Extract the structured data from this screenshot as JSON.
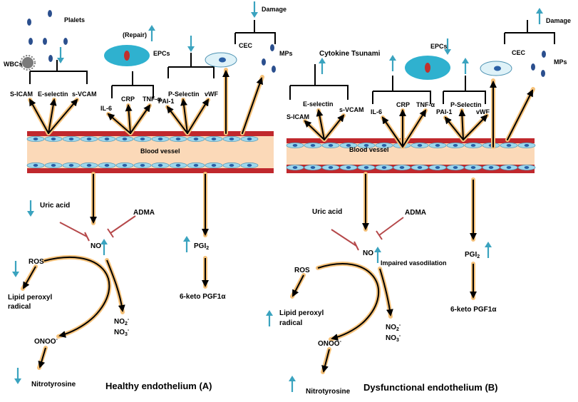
{
  "colors": {
    "vessel_wall": "#c0282d",
    "vessel_lumen": "#fbd9b8",
    "endothelial_cell": "#9ed8ec",
    "endothelial_nucleus": "#2a5fa5",
    "arrow_glow": "#f6c27a",
    "indicator_arrow": "#3aa3bf",
    "inhibitor": "#b5484a",
    "epc_body": "#2fb1cf",
    "epc_nucleus": "#c0302d",
    "platelet": "#2b4f8e",
    "wbc": "#7a7a7a"
  },
  "icons": {
    "indicator_up": "arrow-up-icon",
    "indicator_down": "arrow-down-icon",
    "inhibitor": "inhibition-bar-icon",
    "vessel": "blood-vessel-icon"
  },
  "panel_a": {
    "caption": "Healthy endothelium (A)",
    "vessel_label": "Blood vessel",
    "top": {
      "platelets": "Plalets",
      "wbcs": "WBCs",
      "s_icam": "S-ICAM",
      "e_selectin": "E-selectin",
      "s_vcam": "s-VCAM",
      "repair": "(Repair)",
      "epcs": "EPCs",
      "il6": "IL-6",
      "crp": "CRP",
      "tnf": "TNF-α",
      "pai1": "PAI-1",
      "p_selectin": "P-Selectin",
      "vwf": "vWF",
      "cec": "CEC",
      "mps": "MPs",
      "damage": "Damage"
    },
    "bottom": {
      "uric_acid": "Uric acid",
      "adma": "ADMA",
      "no": "NO",
      "ros": "ROS",
      "lipid_line1": "Lipid peroxyl",
      "lipid_line2": "radical",
      "onoo": "ONOO",
      "onoo_charge": "-",
      "no2": "NO",
      "no2_sub": "2",
      "no2_charge": "-",
      "no3": "NO",
      "no3_sub": "3",
      "no3_charge": "-",
      "pgi": "PGI",
      "pgi_sub": "2",
      "keto": "6-keto PGF1α",
      "nitrotyrosine": "Nitrotyrosine"
    }
  },
  "panel_b": {
    "caption": "Dysfunctional endothelium (B)",
    "vessel_label": "Blood vessel",
    "top": {
      "cytokine": "Cytokine Tsunami",
      "s_icam": "S-ICAM",
      "e_selectin": "E-selectin",
      "s_vcam": "s-VCAM",
      "epcs": "EPCs",
      "il6": "IL-6",
      "crp": "CRP",
      "tnf": "TNF-α",
      "pai1": "PAI-1",
      "p_selectin": "P-Selectin",
      "vwf": "vWF",
      "cec": "CEC",
      "mps": "MPs",
      "damage": "Damage"
    },
    "bottom": {
      "uric_acid": "Uric acid",
      "adma": "ADMA",
      "no": "NO",
      "impaired": "Impaired vasodilation",
      "ros": "ROS",
      "lipid_line1": "Lipid peroxyl",
      "lipid_line2": "radical",
      "onoo": "ONOO",
      "onoo_charge": "-",
      "no2": "NO",
      "no2_sub": "2",
      "no2_charge": "-",
      "no3": "NO",
      "no3_sub": "3",
      "no3_charge": "-",
      "pgi": "PGI",
      "pgi_sub": "2",
      "keto": "6-keto PGF1α",
      "nitrotyrosine": "Nitrotyrosine"
    }
  }
}
